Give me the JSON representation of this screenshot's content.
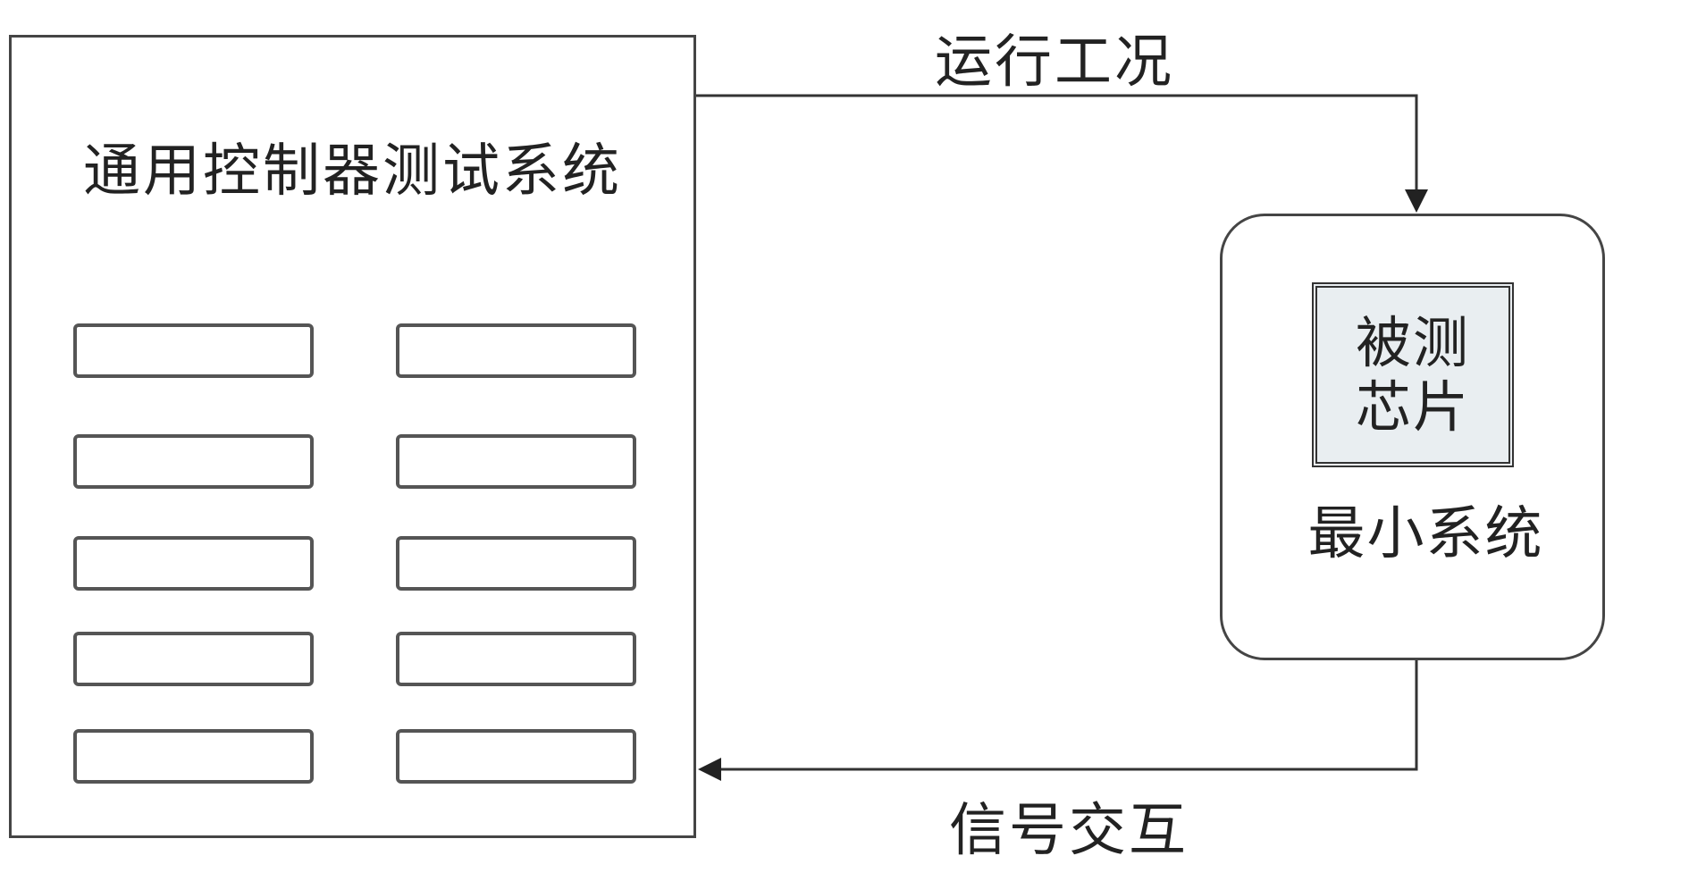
{
  "test_system": {
    "title": "通用控制器测试系统"
  },
  "minimal_system": {
    "label": "最小系统",
    "chip": {
      "line1": "被测",
      "line2": "芯片"
    }
  },
  "edges": {
    "to_minimal_system": "运行工况",
    "to_test_system": "信号交互"
  },
  "colors": {
    "stroke": "#454545",
    "chip_fill": "#e9eef1"
  }
}
